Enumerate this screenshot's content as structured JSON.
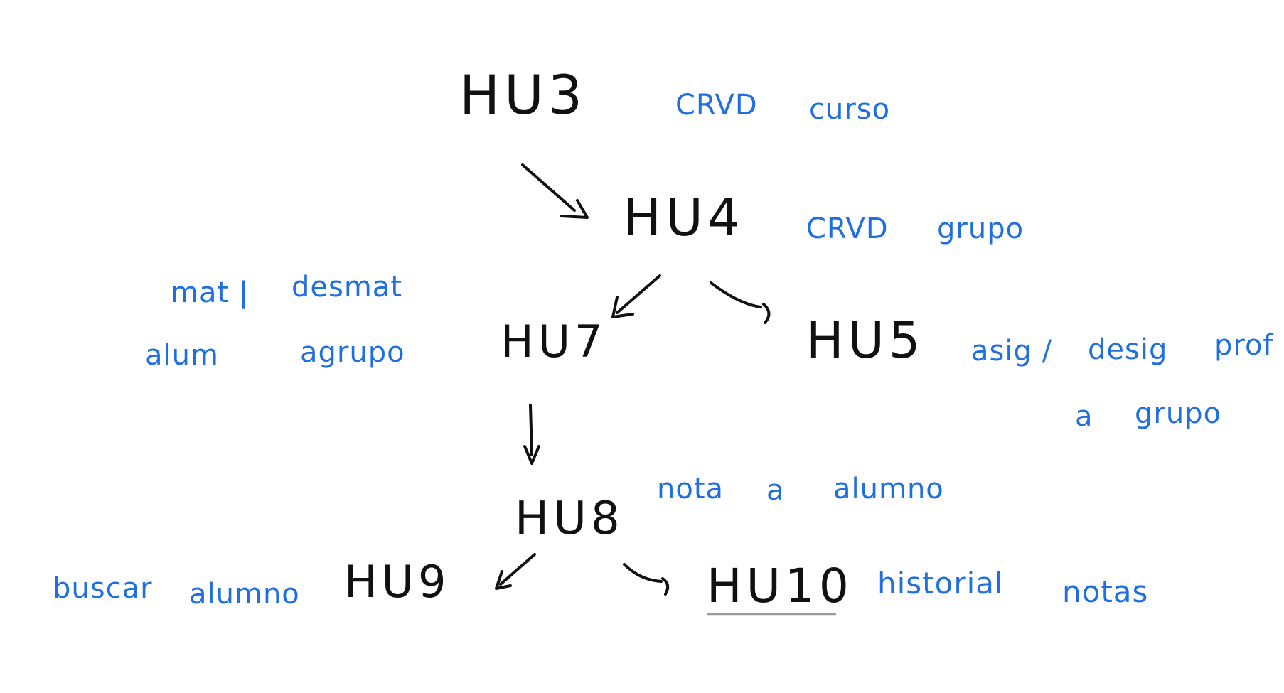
{
  "colors": {
    "background": "#ffffff",
    "node_ink": "#111111",
    "note_ink": "#1f6fe0"
  },
  "nodes": {
    "hu3": "HU3",
    "hu4": "HU4",
    "hu5": "HU5",
    "hu7": "HU7",
    "hu8": "HU8",
    "hu9": "HU9",
    "hu10": "HU10"
  },
  "notes": {
    "hu3_a": "CRVD",
    "hu3_b": "curso",
    "hu4_a": "CRVD",
    "hu4_b": "grupo",
    "hu7_line1_a": "mat |",
    "hu7_line1_b": "desmat",
    "hu7_line2_a": "alum",
    "hu7_line2_b": "agrupo",
    "hu5_line1_a": "asig /",
    "hu5_line1_b": "desig",
    "hu5_line1_c": "prof",
    "hu5_line2_a": "a",
    "hu5_line2_b": "grupo",
    "hu8_a": "nota",
    "hu8_b": "a",
    "hu8_c": "alumno",
    "hu9_a": "buscar",
    "hu9_b": "alumno",
    "hu10_a": "historial",
    "hu10_b": "notas"
  },
  "edges": [
    {
      "from": "HU3",
      "to": "HU4"
    },
    {
      "from": "HU4",
      "to": "HU7"
    },
    {
      "from": "HU4",
      "to": "HU5"
    },
    {
      "from": "HU7",
      "to": "HU8"
    },
    {
      "from": "HU8",
      "to": "HU9"
    },
    {
      "from": "HU8",
      "to": "HU10"
    }
  ]
}
